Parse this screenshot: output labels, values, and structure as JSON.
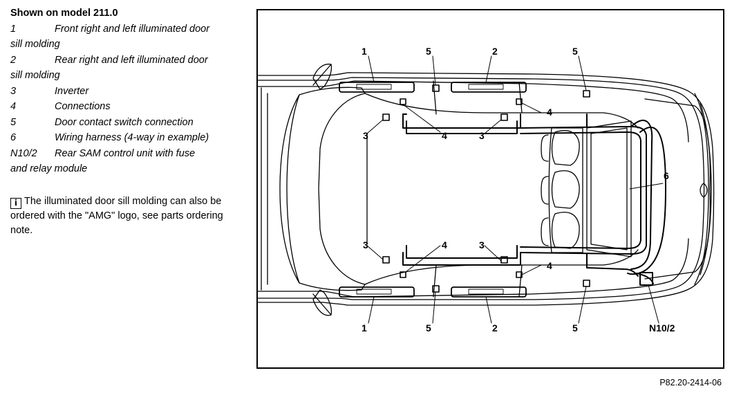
{
  "legend": {
    "heading": "Shown on model 211.0",
    "items": [
      {
        "code": "1",
        "text": "Front right and left illuminated door",
        "cont": "sill molding"
      },
      {
        "code": "2",
        "text": "Rear right and left illuminated door",
        "cont": "sill molding"
      },
      {
        "code": "3",
        "text": "Inverter",
        "cont": ""
      },
      {
        "code": "4",
        "text": "Connections",
        "cont": ""
      },
      {
        "code": "5",
        "text": "Door contact switch connection",
        "cont": ""
      },
      {
        "code": "6",
        "text": "Wiring harness (4-way in example)",
        "cont": ""
      },
      {
        "code": "N10/2",
        "text": "Rear SAM control unit with fuse",
        "cont": "and relay module"
      }
    ]
  },
  "note": {
    "icon": "info-icon",
    "text": "The illuminated door sill molding can also be ordered with the \"AMG\" logo, see parts ordering note."
  },
  "figure": {
    "callouts": {
      "c1": "1",
      "c2": "2",
      "c3": "3",
      "c4": "4",
      "c5": "5",
      "c6": "6",
      "n10": "N10/2"
    },
    "reference": "P82.20-2414-06"
  }
}
